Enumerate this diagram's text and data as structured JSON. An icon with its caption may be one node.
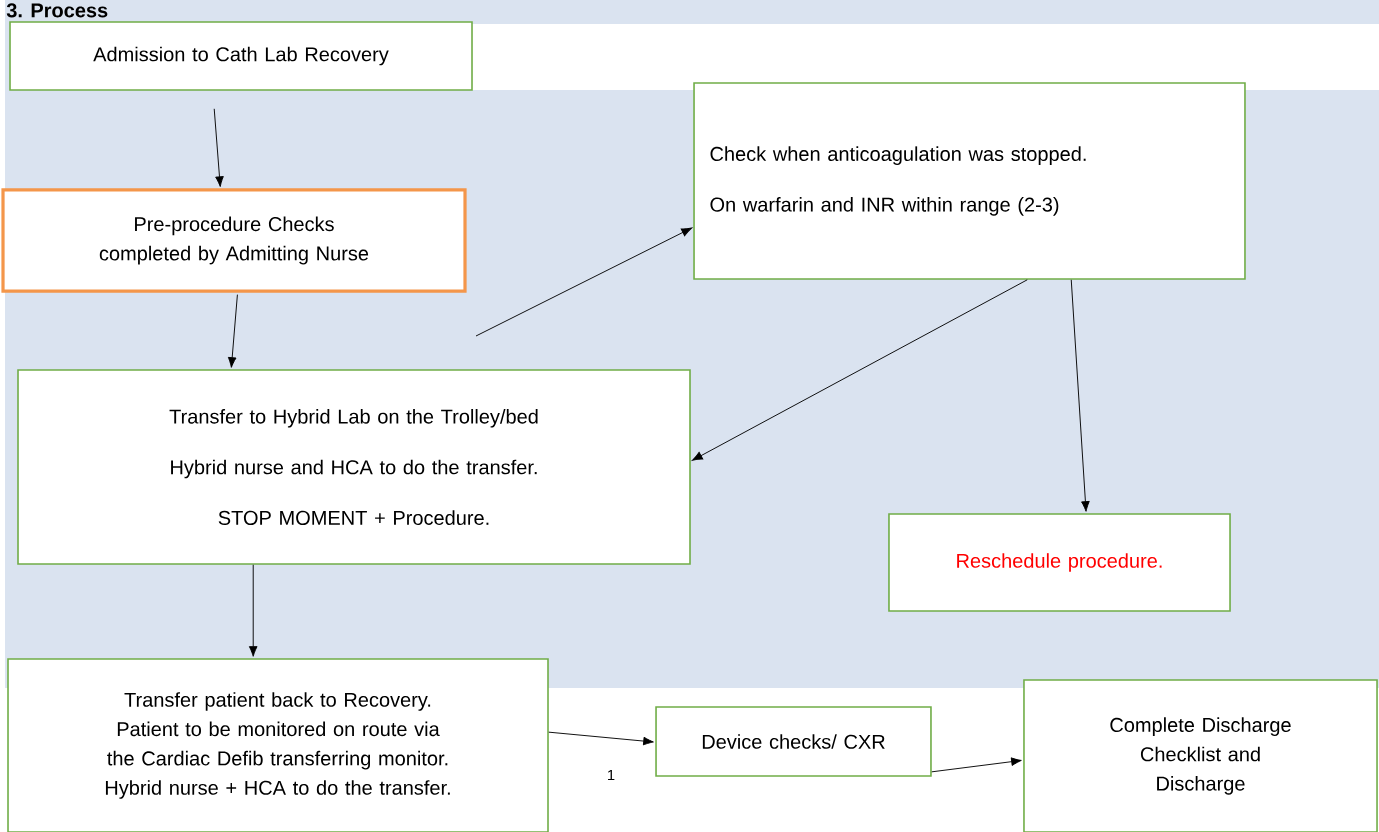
{
  "diagram": {
    "title": "3. Process",
    "nodes": [
      {
        "text": [
          "Admission to Cath Lab Recovery"
        ]
      },
      {
        "text": [
          "Pre-procedure Checks completed by Admitting Nurse"
        ]
      },
      {
        "text": [
          "Check when anticoagulation was stopped.",
          "On warfarin and INR within range (2-3)"
        ]
      },
      {
        "text": [
          "Transfer to Hybrid Lab on the Trolley/bed",
          "Hybrid nurse and HCA to do the transfer.",
          "STOP MOMENT + Procedure."
        ]
      },
      {
        "text": [
          "Reschedule procedure."
        ]
      },
      {
        "text": [
          "Transfer patient back to Recovery. Patient to be monitored on route via the Cardiac Defib transferring monitor. Hybrid nurse + HCA to do the transfer."
        ]
      },
      {
        "text": [
          "Device checks/ CXR"
        ]
      },
      {
        "text": [
          "Complete Discharge Checklist and Discharge"
        ]
      }
    ],
    "edges": [
      {
        "from": 0,
        "to": 1,
        "arrow": "to"
      },
      {
        "from": 1,
        "to": 3,
        "arrow": "to"
      },
      {
        "from": null,
        "to": 2,
        "arrow": "to"
      },
      {
        "from": 2,
        "to": 3,
        "arrow": "to"
      },
      {
        "from": 2,
        "to": 4,
        "arrow": "to"
      },
      {
        "from": 3,
        "to": 5,
        "arrow": "to"
      },
      {
        "from": 5,
        "to": 6,
        "arrow": "to"
      },
      {
        "from": 6,
        "to": 7,
        "arrow": "to"
      }
    ],
    "labels": [
      "1"
    ]
  }
}
